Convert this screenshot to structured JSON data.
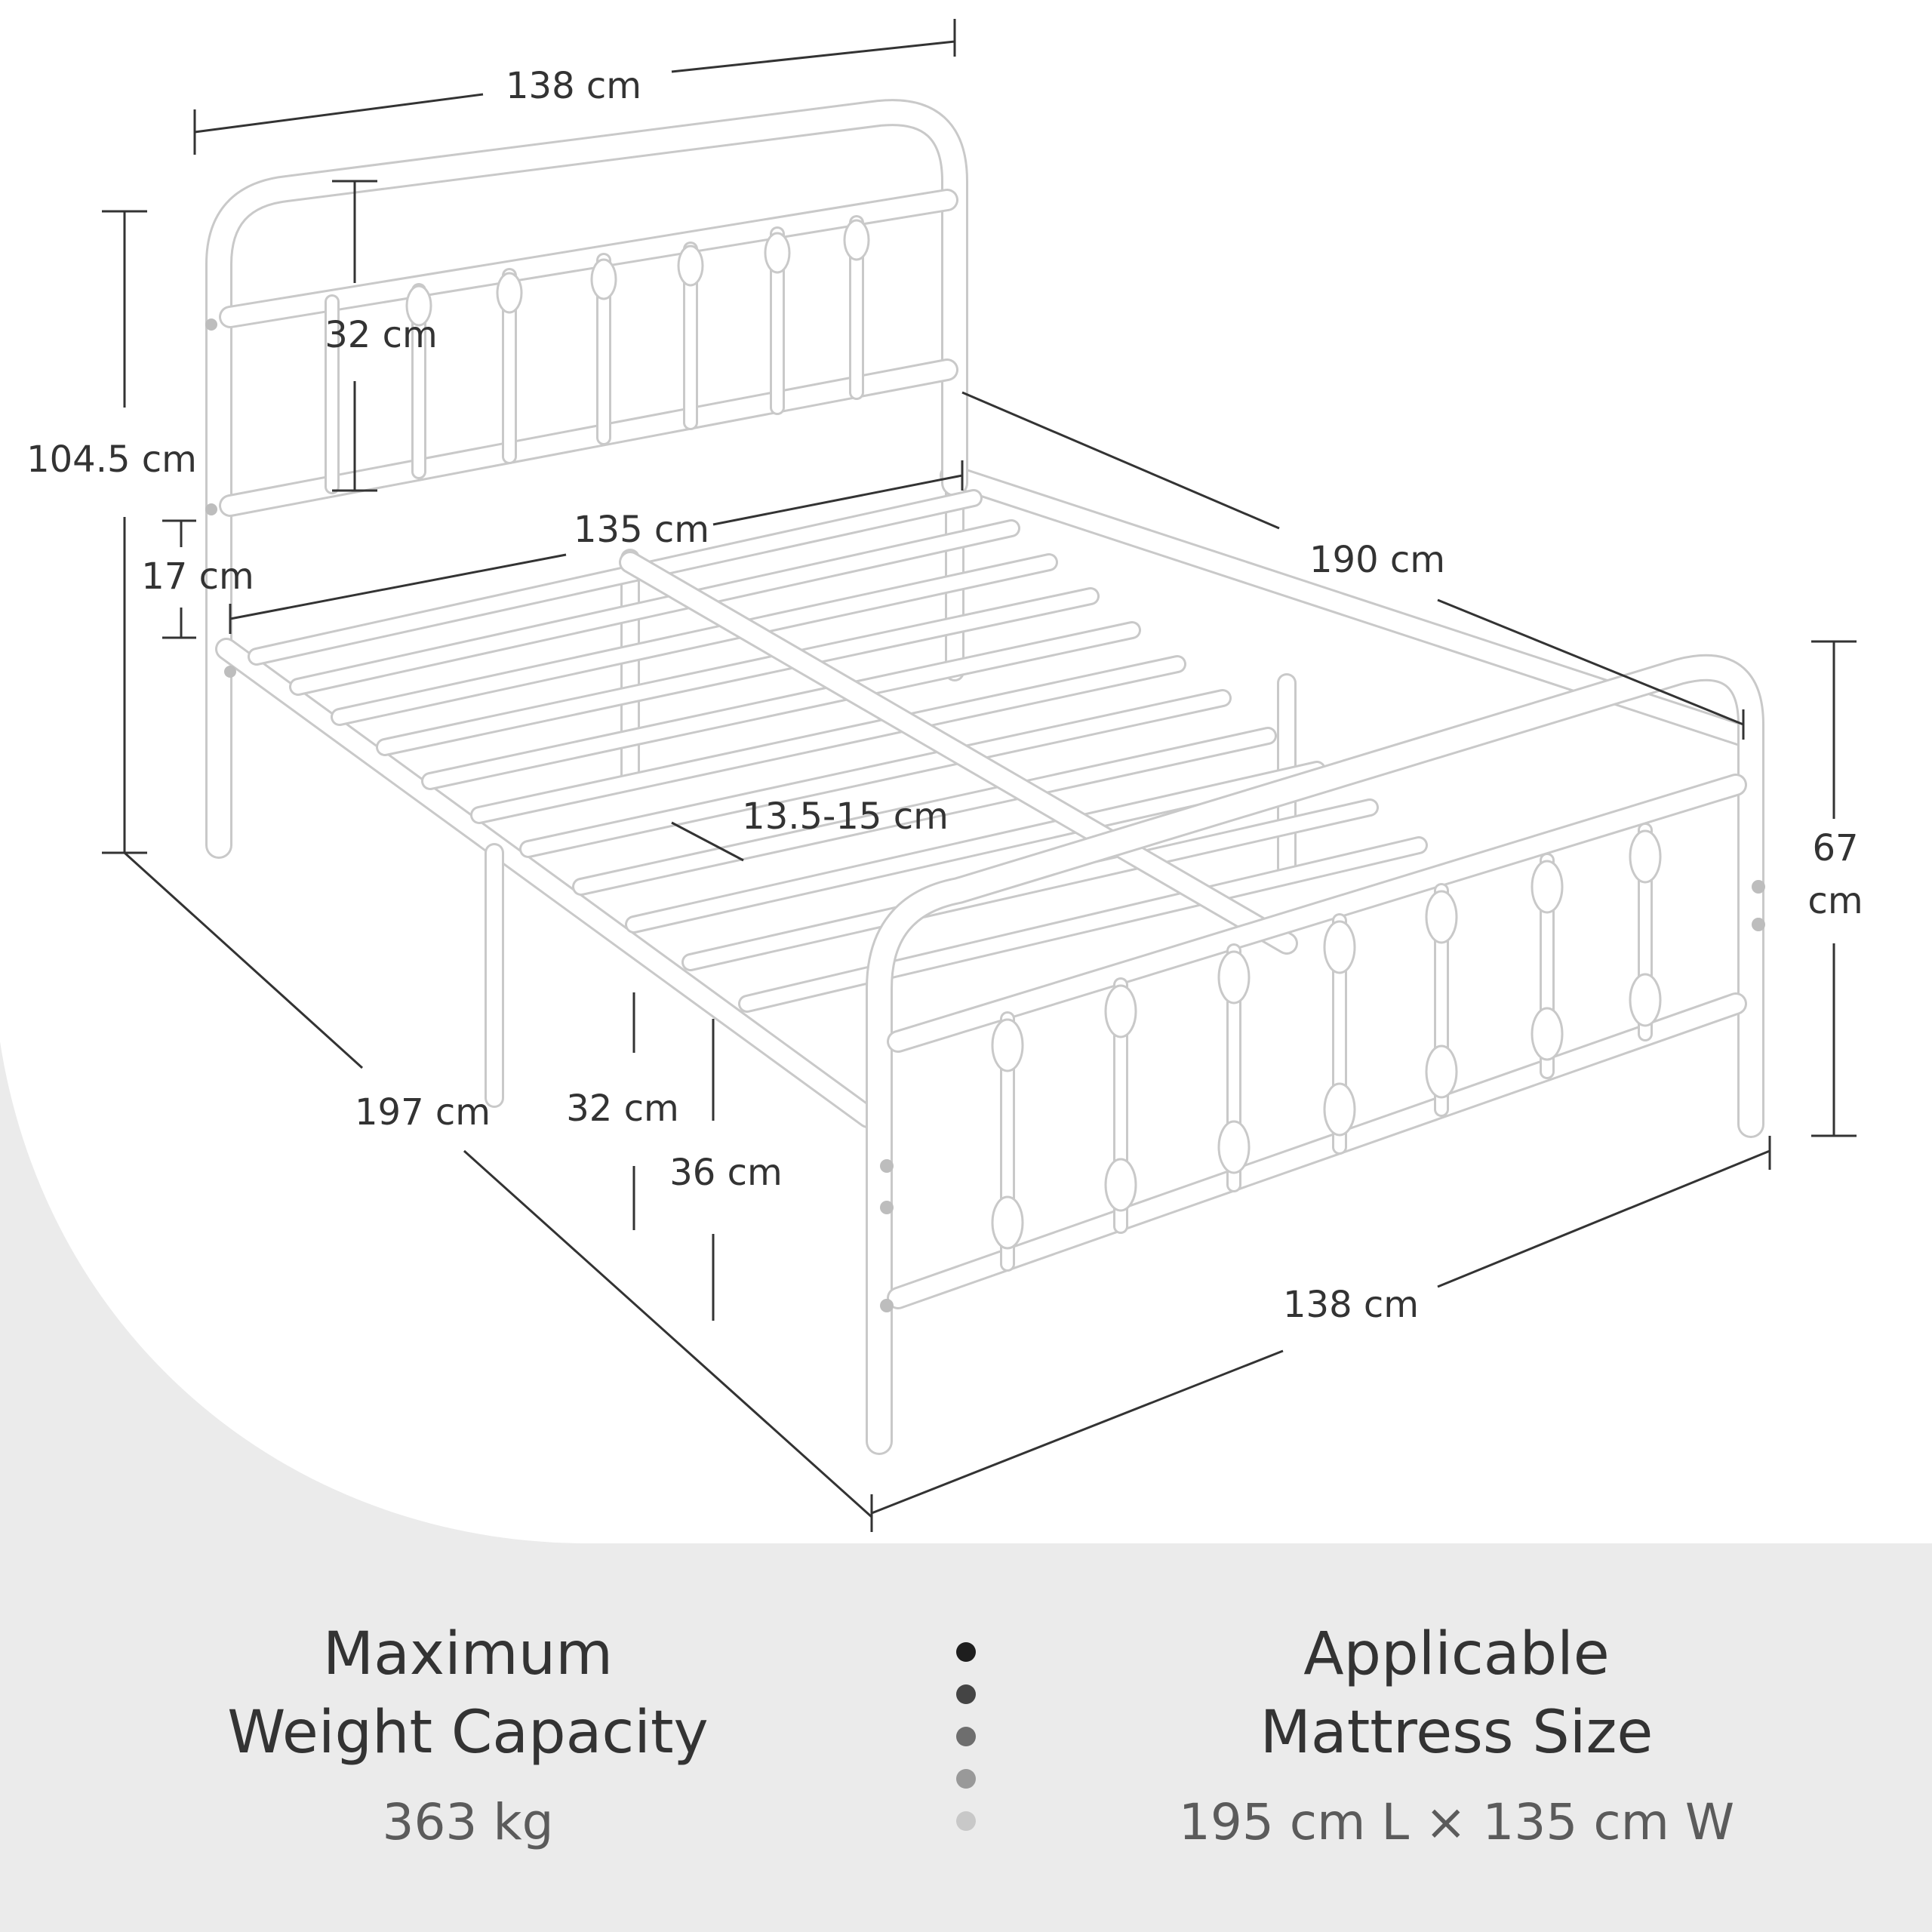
{
  "dimensions": {
    "headboard_width": "138 cm",
    "headboard_total_height": "104.5 cm",
    "headboard_panel_height": "32 cm",
    "under_frame_clearance_head": "17 cm",
    "inner_width": "135 cm",
    "inner_length": "190 cm",
    "slat_spacing": "13.5-15 cm",
    "under_bed_clearance": "32 cm",
    "floor_to_slats": "36 cm",
    "overall_length": "197 cm",
    "footboard_width": "138 cm",
    "footboard_height_value": "67",
    "footboard_height_unit": "cm"
  },
  "specs": {
    "weight": {
      "title": "Maximum\nWeight Capacity",
      "value": "363 kg"
    },
    "mattress": {
      "title": "Applicable\nMattress Size",
      "value": "195 cm L × 135 cm W"
    }
  },
  "colors": {
    "background": "#ebebeb",
    "panel": "#ffffff",
    "frame": "#ffffff",
    "text": "#333333",
    "dots": [
      "#1e1e1e",
      "#444444",
      "#6e6e6e",
      "#999999",
      "#c8c8c8"
    ]
  }
}
